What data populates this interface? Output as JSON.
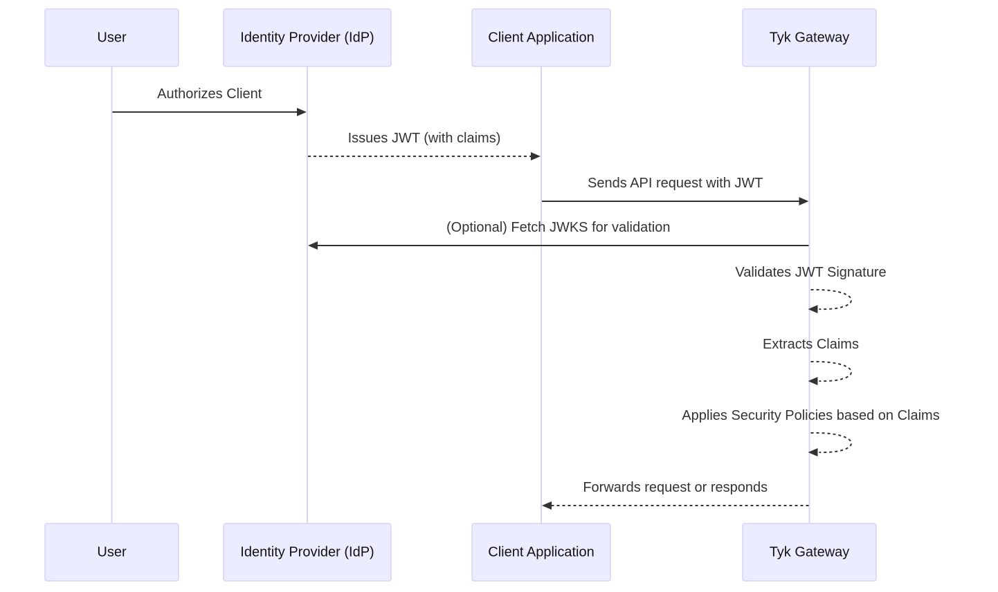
{
  "participants": [
    {
      "id": "user",
      "label": "User"
    },
    {
      "id": "idp",
      "label": "Identity Provider (IdP)"
    },
    {
      "id": "client",
      "label": "Client Application"
    },
    {
      "id": "gateway",
      "label": "Tyk Gateway"
    }
  ],
  "messages": [
    {
      "from": "user",
      "to": "idp",
      "label": "Authorizes Client",
      "style": "solid"
    },
    {
      "from": "idp",
      "to": "client",
      "label": "Issues JWT (with claims)",
      "style": "dotted"
    },
    {
      "from": "client",
      "to": "gateway",
      "label": "Sends API request with JWT",
      "style": "solid"
    },
    {
      "from": "gateway",
      "to": "idp",
      "label": "(Optional) Fetch JWKS for validation",
      "style": "solid"
    },
    {
      "from": "gateway",
      "to": "gateway",
      "label": "Validates JWT Signature",
      "style": "dotted"
    },
    {
      "from": "gateway",
      "to": "gateway",
      "label": "Extracts Claims",
      "style": "dotted"
    },
    {
      "from": "gateway",
      "to": "gateway",
      "label": "Applies Security Policies based on Claims",
      "style": "dotted"
    },
    {
      "from": "gateway",
      "to": "client",
      "label": "Forwards request or responds",
      "style": "dotted"
    }
  ],
  "colors": {
    "actor_fill": "#ECECFF",
    "actor_border": "#D9D2F6",
    "lifeline": "#DCD3F2",
    "message": "#333333"
  }
}
